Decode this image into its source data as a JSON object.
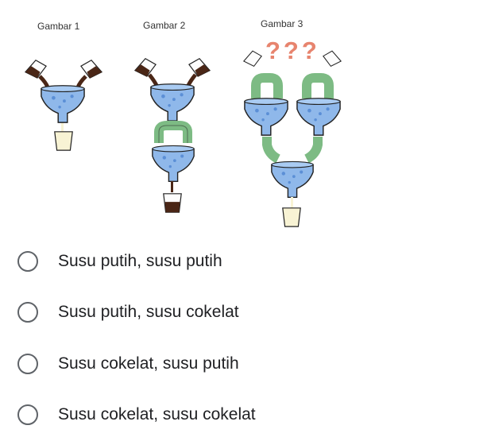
{
  "figure": {
    "captions": [
      "Gambar 1",
      "Gambar 2",
      "Gambar 3"
    ],
    "question_marks": "???",
    "colors": {
      "funnel_blue": "#8fb8ea",
      "funnel_dot": "#5b8fd6",
      "tube_green": "#7dbb84",
      "chocolate": "#4a2616",
      "white_milk": "#f8f3d4",
      "outline": "#222222",
      "question_mark": "#e7846e"
    }
  },
  "options": [
    {
      "label": "Susu putih, susu putih",
      "selected": false
    },
    {
      "label": "Susu putih, susu cokelat",
      "selected": false
    },
    {
      "label": "Susu cokelat, susu putih",
      "selected": false
    },
    {
      "label": "Susu cokelat, susu cokelat",
      "selected": false
    }
  ]
}
